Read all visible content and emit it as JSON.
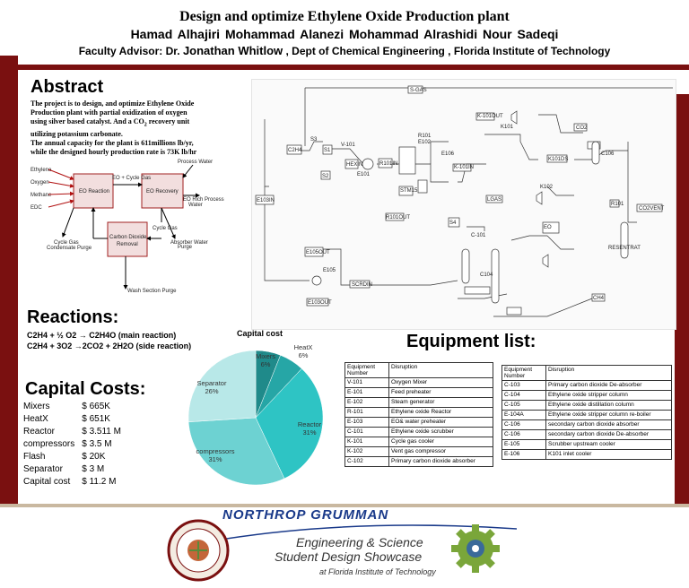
{
  "header": {
    "title": "Design and optimize Ethylene Oxide Production plant",
    "authors": "Hamad Alhajiri    Mohammad Alanezi    Mohammad Alrashidi    Nour Sadeqi",
    "advisor_prefix": "Faculty Advisor: Dr. ",
    "advisor_name": "Jonathan Whitlow",
    "advisor_suffix": " , Dept of Chemical Engineering , Florida Institute of Technology"
  },
  "abstract": {
    "heading": "Abstract",
    "line1": "The project is to design, and optimize Ethylene Oxide",
    "line2": "Production plant with partial oxidization of oxygen",
    "line3a": "using silver based catalyst. And a  CO",
    "line3b": " recovery unit",
    "line4": "utilizing potassium carbonate.",
    "line5": "The annual capacity for the plant is 611millions lb/yr,",
    "line6": "while the designed hourly  production rate is 73K lb/hr"
  },
  "block_diagram": {
    "inputs": [
      "Ethylene",
      "Oxygen",
      "Methane",
      "EDC"
    ],
    "eo_reaction": "EO Reaction",
    "eo_recovery": "EO Recovery",
    "co2_removal_1": "Carbon Dioxide",
    "co2_removal_2": "Removal",
    "process_water": "Process Water",
    "eo_rich_1": "EO Rich Process",
    "eo_rich_2": "Water",
    "eo_cycle": "EO + Cycle Gas",
    "cycle_gas": "Cycle Gas",
    "cycle_gas_purge_1": "Cycle Gas",
    "cycle_gas_purge_2": "Condensate Purge",
    "absorber_water_1": "Absorber Water",
    "absorber_water_2": "Purge",
    "wash_section": "Wash Section Purge"
  },
  "reactions": {
    "heading": "Reactions:",
    "r1": "C2H4 + ½ O2 → C2H4O (main reaction)",
    "r2": "C2H4 + 3O2 →2CO2 + 2H2O (side reaction)"
  },
  "capital_costs": {
    "heading": "Capital Costs:",
    "rows": [
      {
        "item": "Mixers",
        "value": "$  665K"
      },
      {
        "item": "HeatX",
        "value": "$  651K"
      },
      {
        "item": "Reactor",
        "value": "$  3.511 M"
      },
      {
        "item": "compressors",
        "value": "$  3.5 M"
      },
      {
        "item": "Flash",
        "value": "$  20K"
      },
      {
        "item": "Separator",
        "value": "$  3 M"
      },
      {
        "item": "Capital cost",
        "value": "$ 11.2 M"
      }
    ]
  },
  "chart_data": {
    "type": "pie",
    "title": "Capital cost",
    "slices": [
      {
        "label": "Mixers",
        "pct": "6%",
        "value": 6,
        "color": "#1f8a8a"
      },
      {
        "label": "HeatX",
        "pct": "6%",
        "value": 6,
        "color": "#26a6a6"
      },
      {
        "label": "Reactor",
        "pct": "31%",
        "value": 31,
        "color": "#2ec4c4"
      },
      {
        "label": "compressors",
        "pct": "31%",
        "value": 31,
        "color": "#6dd2d2"
      },
      {
        "label": "Separator",
        "pct": "26%",
        "value": 26,
        "color": "#b8e8e8"
      }
    ]
  },
  "equipment": {
    "heading": "Equipment list:",
    "table1_header": [
      "Equipment Number",
      "Disruption"
    ],
    "table1": [
      [
        "V-101",
        "Oxygen Mixer"
      ],
      [
        "E-101",
        "Feed preheater"
      ],
      [
        "E-102",
        "Steam generator"
      ],
      [
        "R-101",
        "Ethylene oxide Reactor"
      ],
      [
        "E-103",
        "EO& water preheater"
      ],
      [
        "C-101",
        "Ethylene oxide scrubber"
      ],
      [
        "K-101",
        "Cycle gas cooler"
      ],
      [
        "K-102",
        "Vent gas compressor"
      ],
      [
        "C-102",
        "Primary carbon dioxide absorber"
      ]
    ],
    "table2_header": [
      "Equipment Number",
      "Disruption"
    ],
    "table2": [
      [
        "C-103",
        "Primary carbon dioxide De-absorber"
      ],
      [
        "C-104",
        "Ethylene oxide stripper column"
      ],
      [
        "C-105",
        "Ethylene oxide distillation column"
      ],
      [
        "E-104A",
        "Ethylene oxide stripper column re-boiler"
      ],
      [
        "C-106",
        "secondary carbon dioxide absorber"
      ],
      [
        "C-106",
        "secondary carbon dioxide De-absorber"
      ],
      [
        "E-105",
        "Scrubber upstream cooler"
      ],
      [
        "E-106",
        "K101 inlet cooler"
      ]
    ]
  },
  "flowsheet_labels": {
    "s_gas": "S-GAS",
    "c2h4": "C2H4",
    "s1": "S1",
    "s2": "S2",
    "s3": "S3",
    "v101": "V-101",
    "hexin": "HEXIN",
    "e101": "E101",
    "r101in": "R101IN",
    "r101": "R101",
    "e102": "E102",
    "stm15": "STM15",
    "r101out": "R101OUT",
    "e106": "E106",
    "k101in": "K-101IN",
    "k101out": "K-101OUT",
    "s4": "S4",
    "c101": "C-101",
    "e103in": "E103IN",
    "e105": "E105",
    "e105out": "E105OUT",
    "e103out": "E103OUT",
    "scrdin": "SCRDIN",
    "k101": "K101",
    "k102": "K102",
    "k101ds": "K101DS",
    "co2": "CO2",
    "c106": "C106",
    "r101b": "R101",
    "co2vent": "CO2VENT",
    "resent": "RESENTRAT",
    "ch4": "CH4",
    "c104": "C104",
    "eo": "EO",
    "lgas": "LGAS"
  },
  "footer": {
    "sponsor": "NORTHROP GRUMMAN",
    "line1": "Engineering & Science",
    "line2": "Student Design Showcase",
    "line3": "at Florida Institute of Technology"
  }
}
